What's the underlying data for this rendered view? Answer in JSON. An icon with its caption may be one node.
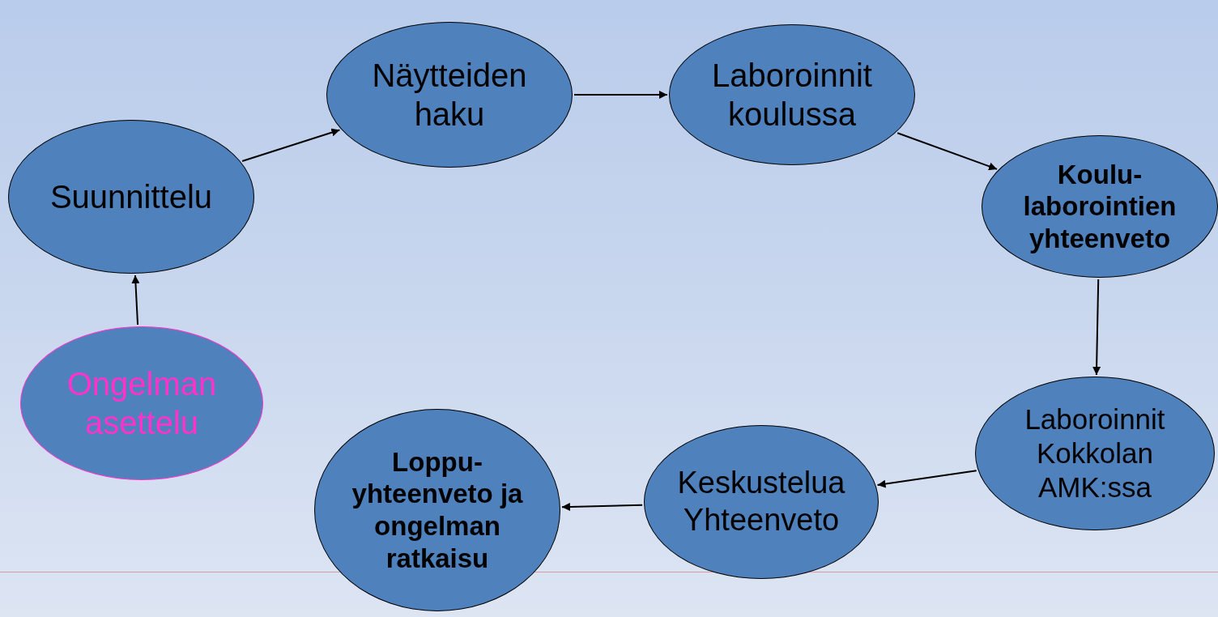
{
  "diagram": {
    "nodes": [
      {
        "text": [
          "Ongelman asettelu"
        ]
      },
      {
        "text": [
          "Suunnittelu"
        ]
      },
      {
        "text": [
          "Näytteiden haku"
        ]
      },
      {
        "text": [
          "Laboroinnit koulussa"
        ]
      },
      {
        "text": [
          "Koulu- laborointien yhteenveto"
        ]
      },
      {
        "text": [
          "Laboroinnit Kokkolan AMK:ssa"
        ]
      },
      {
        "text": [
          "Keskustelua Yhteenveto"
        ]
      },
      {
        "text": [
          "Loppu- yhteenveto ja ongelman ratkaisu"
        ]
      }
    ],
    "edges": [
      {
        "from": 0,
        "to": 1,
        "arrow": "to"
      },
      {
        "from": 1,
        "to": 2,
        "arrow": "to"
      },
      {
        "from": 2,
        "to": 3,
        "arrow": "to"
      },
      {
        "from": 3,
        "to": 4,
        "arrow": "to"
      },
      {
        "from": 4,
        "to": 5,
        "arrow": "to"
      },
      {
        "from": 5,
        "to": 6,
        "arrow": "to"
      },
      {
        "from": 6,
        "to": 7,
        "arrow": "to"
      }
    ]
  }
}
